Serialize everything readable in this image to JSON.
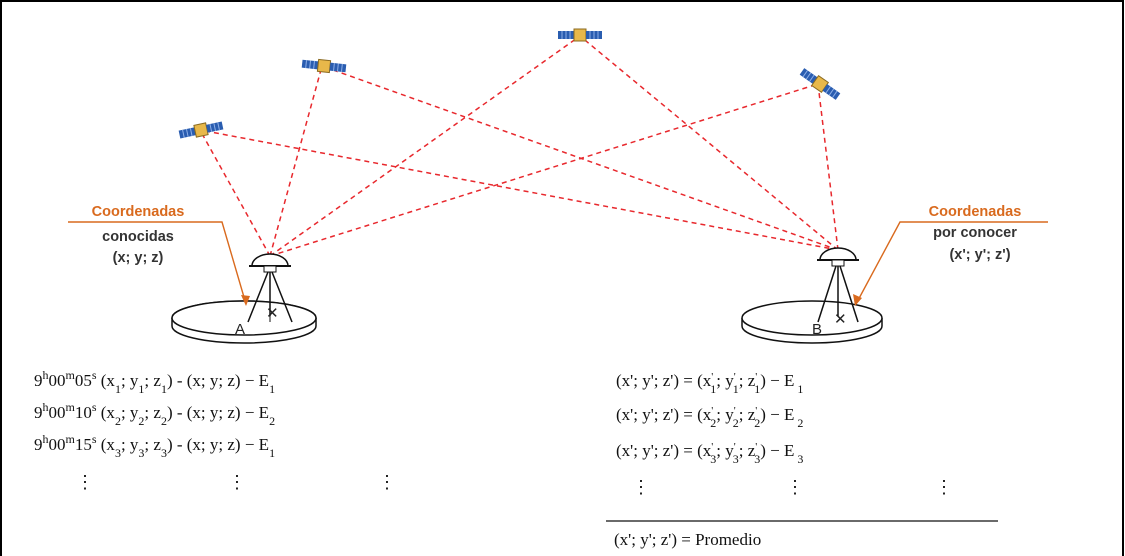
{
  "labels": {
    "known_title": "Coordenadas",
    "known_line2": "conocidas",
    "known_line3": "(x; y; z)",
    "unknown_title": "Coordenadas",
    "unknown_line2": "por conocer",
    "unknown_line3": "(x'; y'; z')",
    "point_a": "A",
    "point_b": "B"
  },
  "left_rows": [
    {
      "time": "9h00m05s",
      "th": "h",
      "tm": "m",
      "ts": "s",
      "t1": "9",
      "t2": "00",
      "t3": "05",
      "idx": "1",
      "eidx": "1"
    },
    {
      "time": "9h00m10s",
      "th": "h",
      "tm": "m",
      "ts": "s",
      "t1": "9",
      "t2": "00",
      "t3": "10",
      "idx": "2",
      "eidx": "2"
    },
    {
      "time": "9h00m15s",
      "th": "h",
      "tm": "m",
      "ts": "s",
      "t1": "9",
      "t2": "00",
      "t3": "15",
      "idx": "3",
      "eidx": "1"
    }
  ],
  "right_rows": [
    {
      "idx": "1"
    },
    {
      "idx": "2"
    },
    {
      "idx": "3"
    }
  ],
  "result": "(x'; y'; z') = Promedio",
  "colors": {
    "ray": "#e8282d",
    "orange": "#d96a1e",
    "satellite_panel": "#2a5db0",
    "satellite_body": "#e8b84a"
  }
}
